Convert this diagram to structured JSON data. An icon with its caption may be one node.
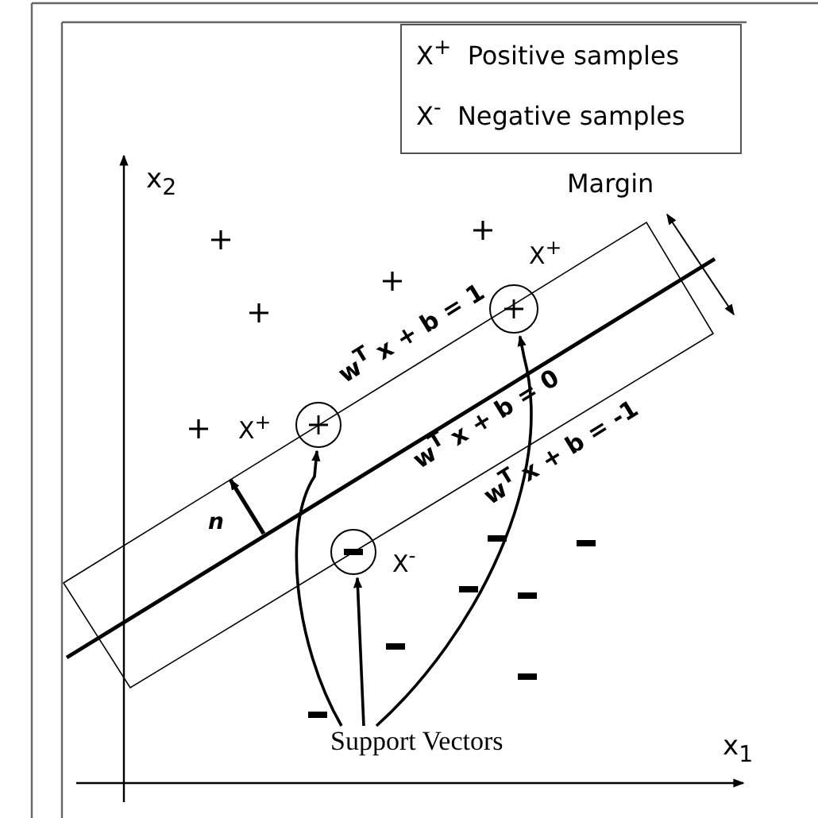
{
  "diagram": {
    "nodes": [
      {
        "text": [],
        "shape": "circle",
        "beside": [
          "X$^{+}$"
        ]
      },
      {
        "text": [],
        "shape": "circle",
        "beside": [
          "X$^{+}$"
        ]
      },
      {
        "text": [],
        "shape": "circle",
        "beside": [
          "X$^{-}$"
        ]
      },
      {
        "text": [
          "Support Vectors"
        ]
      }
    ],
    "edges": [
      {
        "from": 3,
        "to": 1,
        "arrow": "to"
      },
      {
        "from": 3,
        "to": 2,
        "arrow": "to"
      },
      {
        "from": 3,
        "to": 0,
        "arrow": "to"
      }
    ],
    "labels": [
      "x$_{2}$",
      "Margin",
      "w$^{T}$ x + b = 1",
      "w$^{T}$ x + b = 0",
      "w$^{T}$ x + b = -1",
      "n",
      "x$_{1}$"
    ],
    "legend": [
      {
        "text": "X$^{+}$  Positive samples"
      },
      {
        "text": "X$^{-}$  Negative samples"
      }
    ]
  }
}
